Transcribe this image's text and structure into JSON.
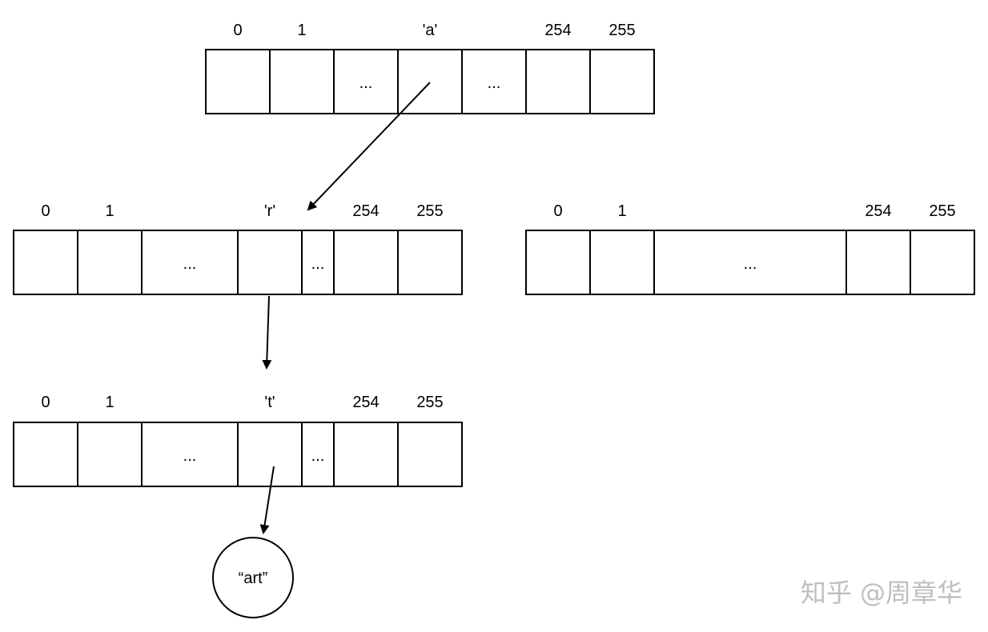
{
  "top_array": {
    "labels": [
      "0",
      "1",
      "'a'",
      "254",
      "255"
    ],
    "ellipsis": [
      "...",
      "..."
    ]
  },
  "left_array": {
    "labels": [
      "0",
      "1",
      "'r'",
      "254",
      "255"
    ],
    "ellipsis": [
      "...",
      "..."
    ]
  },
  "right_array": {
    "labels": [
      "0",
      "1",
      "254",
      "255"
    ],
    "ellipsis": [
      "..."
    ]
  },
  "bottom_array": {
    "labels": [
      "0",
      "1",
      "'t'",
      "254",
      "255"
    ],
    "ellipsis": [
      "...",
      "..."
    ]
  },
  "leaf": {
    "text": "“art”"
  },
  "watermark": {
    "text": "知乎 @周章华"
  }
}
